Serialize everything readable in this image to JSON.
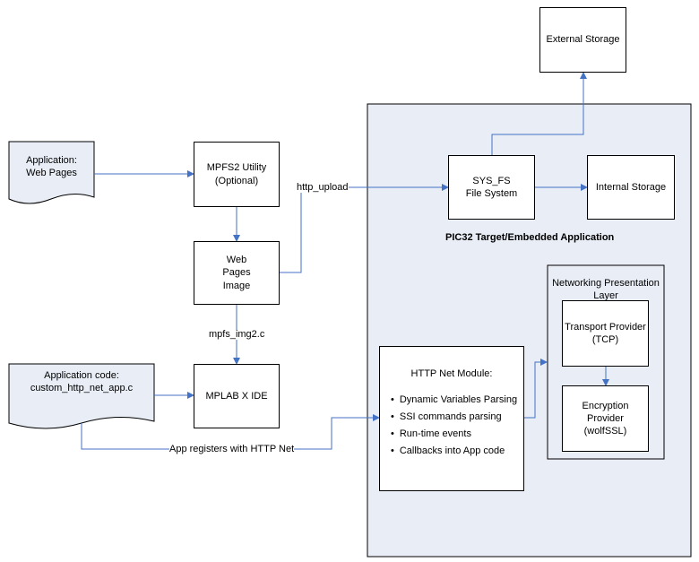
{
  "colors": {
    "line": "#4472c4",
    "panel": "#e8edf6",
    "box_border": "#000000"
  },
  "nodes": {
    "external_storage": "External Storage",
    "app_web_pages": "Application:\nWeb Pages",
    "mpfs2_utility": "MPFS2 Utility\n(Optional)",
    "web_pages_image": "Web\nPages\nImage",
    "sys_fs": "SYS_FS\nFile System",
    "internal_storage": "Internal Storage",
    "app_code": "Application code:\ncustom_http_net_app.c",
    "mplab": "MPLAB X IDE",
    "networking_layer": "Networking Presentation\nLayer",
    "transport_provider": "Transport Provider\n(TCP)",
    "encryption_provider": "Encryption\nProvider\n(wolfSSL)"
  },
  "pic32_title": "PIC32 Target/Embedded Application",
  "http_module": {
    "title": "HTTP Net Module:",
    "items": [
      "Dynamic Variables Parsing",
      "SSI commands parsing",
      "Run-time events",
      "Callbacks into App code"
    ]
  },
  "edge_labels": {
    "http_upload": "http_upload",
    "mpfs_img2": "mpfs_img2.c",
    "app_registers": "App registers with HTTP Net"
  }
}
